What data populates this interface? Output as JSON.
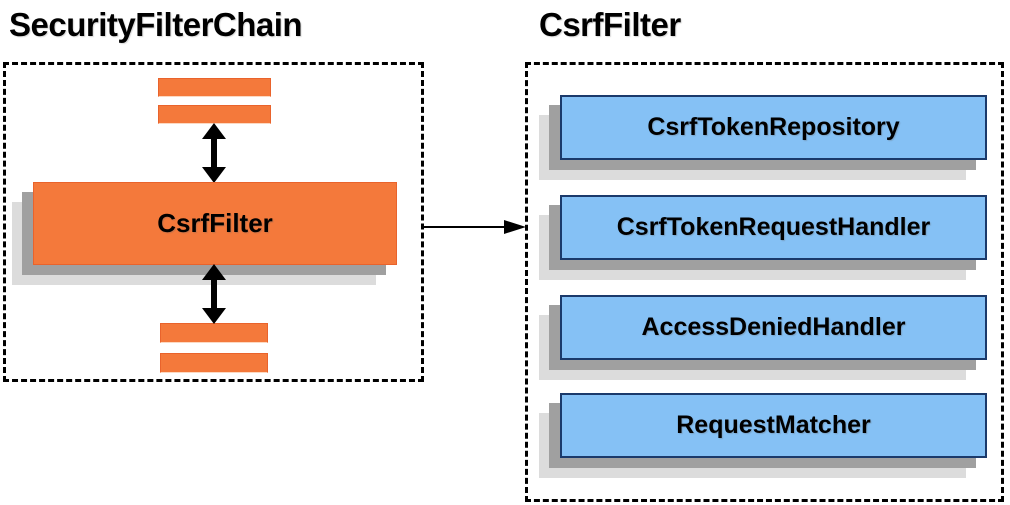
{
  "left_panel": {
    "title": "SecurityFilterChain",
    "filter_box_label": "CsrfFilter"
  },
  "right_panel": {
    "title": "CsrfFilter",
    "components": [
      {
        "label": "CsrfTokenRepository"
      },
      {
        "label": "CsrfTokenRequestHandler"
      },
      {
        "label": "AccessDeniedHandler"
      },
      {
        "label": "RequestMatcher"
      }
    ]
  },
  "icons": {
    "top_arrow": "bidirectional-vertical-arrow",
    "bottom_arrow": "bidirectional-vertical-arrow",
    "connector_arrow": "right-arrow"
  },
  "colors": {
    "orange_fill": "#f4793b",
    "orange_border": "#e9632c",
    "blue_fill": "#85c1f5",
    "blue_border": "#1b3a6b",
    "shadow_dark": "#a0a0a0",
    "shadow_light": "#dcdcdc",
    "line_black": "#000000"
  }
}
